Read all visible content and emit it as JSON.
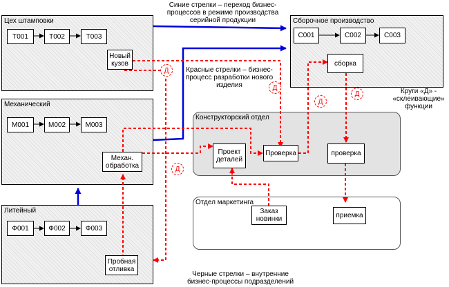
{
  "departments": {
    "stamping": "Цех штамповки",
    "mechanical": "Механический",
    "foundry": "Литейный",
    "assembly": "Сборочное производство",
    "design": "Конструкторский отдел",
    "marketing": "Отдел маркетинга"
  },
  "boxes": {
    "t001": "Т001",
    "t002": "Т002",
    "t003": "Т003",
    "new_body": "Новый кузов",
    "m001": "М001",
    "m002": "М002",
    "m003": "М003",
    "mech_processing": "Механ. обработка",
    "f001": "Ф001",
    "f002": "Ф002",
    "f003": "Ф003",
    "trial_casting": "Пробная отливка",
    "c001": "С001",
    "c002": "С002",
    "c003": "С003",
    "assembly_box": "сборка",
    "parts_project": "Проект деталей",
    "check1": "Проверка",
    "check2": "проверка",
    "new_order": "Заказ новинки",
    "acceptance": "приемка"
  },
  "notes": {
    "blue_arrows": "Синие стрелки – переход бизнес-процессов в режиме производства серийной продукции",
    "red_arrows": "Красные стрелки – бизнес-процесс разработки нового изделия",
    "circles": "Круги «Д» - «склеивающие» функции",
    "black_arrows": "Черные стрелки – внутренние бизнес-процессы подразделений"
  },
  "circle_label": "Д",
  "colors": {
    "blue": "#0000dd",
    "red": "#ff0000",
    "black": "#000000"
  }
}
